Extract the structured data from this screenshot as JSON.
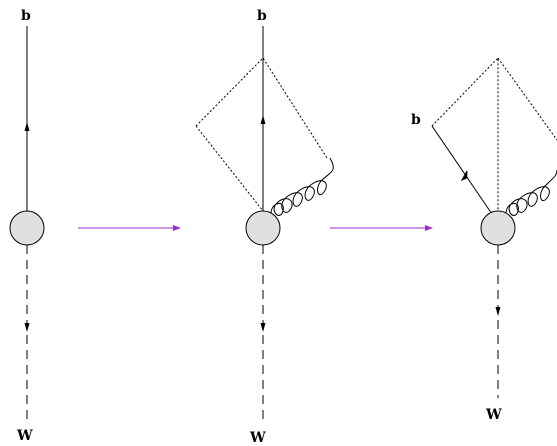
{
  "stages": [
    {
      "top_label": "b",
      "bottom_label": "W"
    },
    {
      "top_label": "b",
      "bottom_label": "W"
    },
    {
      "top_label": "b",
      "bottom_label": "W"
    }
  ],
  "colors": {
    "stroke": "#000000",
    "blob_fill": "#e0e0e0",
    "transition_arrow": "#9a2fc9"
  }
}
